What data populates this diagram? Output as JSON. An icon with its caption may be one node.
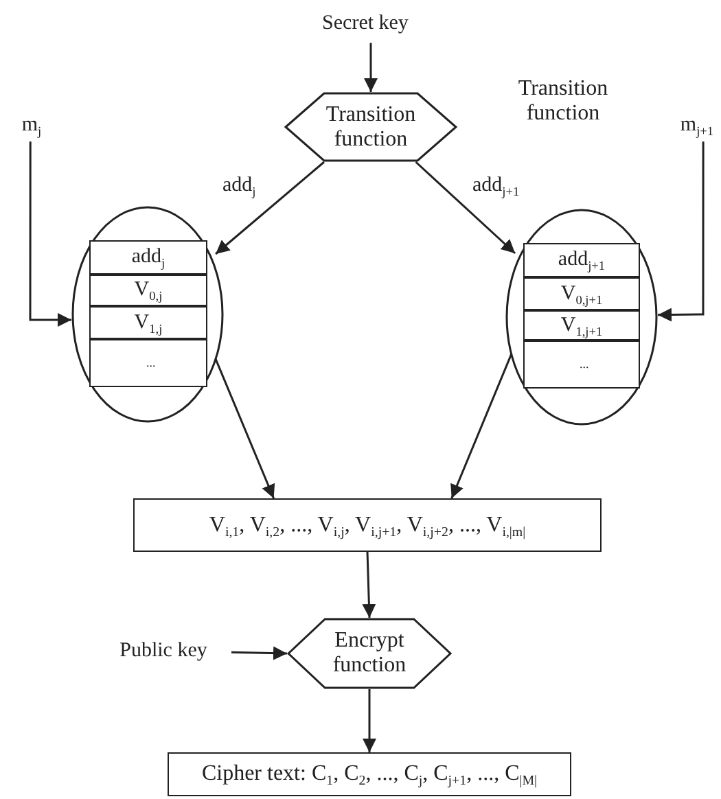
{
  "diagram": {
    "nodes": [
      {
        "text": [
          "Secret key"
        ]
      },
      {
        "text": [
          "Transition function"
        ]
      },
      {
        "text": [
          "m$_{j}$"
        ]
      },
      {
        "text": [],
        "shape": "circle"
      },
      {
        "text": [
          "add$_{j}$"
        ],
        "in": 3
      },
      {
        "text": [
          "V$_{0,j}$"
        ],
        "in": 3
      },
      {
        "text": [
          "V$_{1,j}$"
        ],
        "in": 3
      },
      {
        "text": [
          "..."
        ],
        "in": 3
      },
      {
        "text": [
          "m$_{j+1}$"
        ]
      },
      {
        "text": [],
        "shape": "circle"
      },
      {
        "text": [
          "add$_{j+1}$"
        ],
        "in": 9
      },
      {
        "text": [
          "V$_{0,j+1}$"
        ],
        "in": 9
      },
      {
        "text": [
          "V$_{1,j+1}$"
        ],
        "in": 9
      },
      {
        "text": [
          "..."
        ],
        "in": 9
      },
      {
        "text": [
          "V$_{i,1}$, V$_{i,2}$, ..., V$_{i,j}$, V$_{i,j+1}$, V$_{i,j+2}$, ..., V$_{i,|m|}$"
        ]
      },
      {
        "text": [
          "Public key"
        ]
      },
      {
        "text": [
          "Encrypt function"
        ]
      },
      {
        "text": [
          "Cipher text: C$_{1}$, C$_{2}$, ..., C$_{j}$, C$_{j+1}$, ..., C$_{|M|}$"
        ]
      }
    ],
    "edges": [
      {
        "from": 0,
        "to": 1,
        "arrow": "to"
      },
      {
        "from": 1,
        "to": 4,
        "arrow": "to",
        "label": "add$_{j}$"
      },
      {
        "from": 1,
        "to": 10,
        "arrow": "to",
        "label": "add$_{j+1}$"
      },
      {
        "from": 2,
        "to": 3,
        "arrow": "to"
      },
      {
        "from": 8,
        "to": 9,
        "arrow": "to"
      },
      {
        "from": 6,
        "to": 14,
        "arrow": "to"
      },
      {
        "from": 12,
        "to": 14,
        "arrow": "to"
      },
      {
        "from": 14,
        "to": 16,
        "arrow": "to"
      },
      {
        "from": 15,
        "to": 16,
        "arrow": "to"
      },
      {
        "from": 16,
        "to": 17,
        "arrow": "to"
      }
    ],
    "labels": [
      "Transition function"
    ]
  }
}
